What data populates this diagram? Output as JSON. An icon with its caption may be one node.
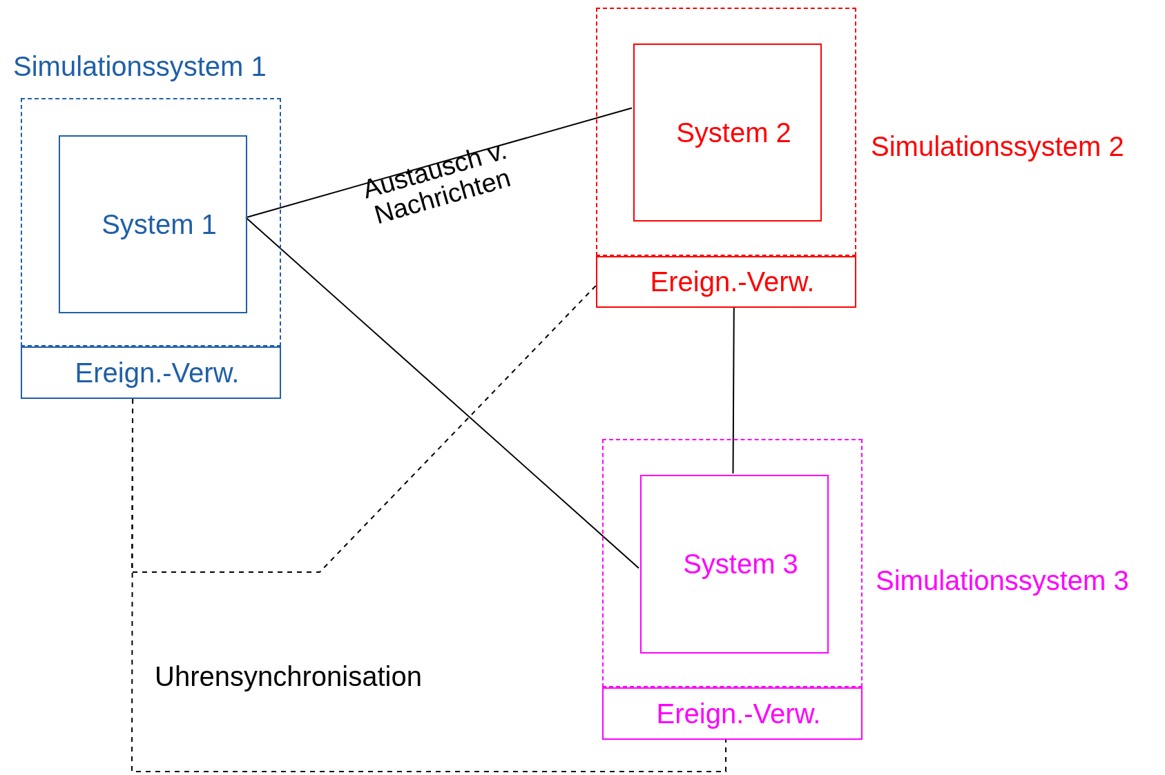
{
  "diagram": {
    "nodes": [
      {
        "text": [
          "Simulationssystem 1"
        ]
      },
      {
        "text": [
          "System 1"
        ],
        "in": 0
      },
      {
        "text": [
          "Ereign.-Verw."
        ]
      },
      {
        "text": [
          "Simulationssystem 2"
        ]
      },
      {
        "text": [
          "System 2"
        ],
        "in": 3
      },
      {
        "text": [
          "Ereign.-Verw."
        ]
      },
      {
        "text": [
          "Simulationssystem 3"
        ]
      },
      {
        "text": [
          "System 3"
        ],
        "in": 6
      },
      {
        "text": [
          "Ereign.-Verw."
        ]
      }
    ],
    "edges": [
      {
        "from": 1,
        "to": 4,
        "arrow": "none",
        "label": "Austausch v. Nachrichten"
      },
      {
        "from": 1,
        "to": 7,
        "arrow": "none"
      },
      {
        "from": 5,
        "to": 7,
        "arrow": "none"
      },
      {
        "from": 2,
        "to": 5,
        "arrow": "none",
        "style": "dashed"
      },
      {
        "from": 2,
        "to": 8,
        "arrow": "none",
        "style": "dashed"
      }
    ],
    "labels": [
      "Uhrensynchronisation"
    ]
  }
}
